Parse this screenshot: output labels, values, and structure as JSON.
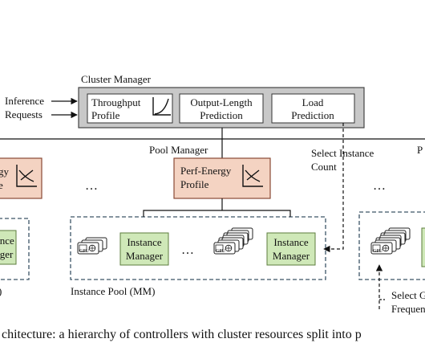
{
  "colors": {
    "cluster_fill": "#c8c8c8",
    "inner_fill": "#ffffff",
    "pool_mgr_fill": "#f4d3c2",
    "pool_mgr_stroke": "#8a4a35",
    "instance_mgr_fill": "#cfe8b8",
    "instance_mgr_stroke": "#5c7d3e",
    "pool_border": "#3c5566"
  },
  "inputs": {
    "line1": "Inference",
    "line2": "Requests"
  },
  "cluster_manager": {
    "title": "Cluster Manager",
    "throughput": {
      "line1": "Throughput",
      "line2": "Profile"
    },
    "output_length": {
      "line1": "Output-Length",
      "line2": "Prediction"
    },
    "load": {
      "line1": "Load",
      "line2": "Prediction"
    }
  },
  "pool_manager": {
    "title": "Pool Manager",
    "left_partial": {
      "line1": "gy",
      "line2": "e"
    },
    "center": {
      "line1": "Perf-Energy",
      "line2": "Profile"
    },
    "right_partial_title": "P"
  },
  "select_instance": {
    "line1": "Select Instance",
    "line2": "Count"
  },
  "ellipsis": "…",
  "instance_manager": {
    "line1": "Instance",
    "line2": "Manager"
  },
  "left_partial_instance": {
    "line1": "ance",
    "line2": "ager"
  },
  "pool_labels": {
    "center": "Instance Pool (MM)",
    "left_partial": ")"
  },
  "gpu_label": "GPU",
  "select_bottom": {
    "line1": "Select G",
    "line2": "Frequen"
  },
  "caption": "chitecture: a hierarchy of controllers with cluster resources split into p"
}
